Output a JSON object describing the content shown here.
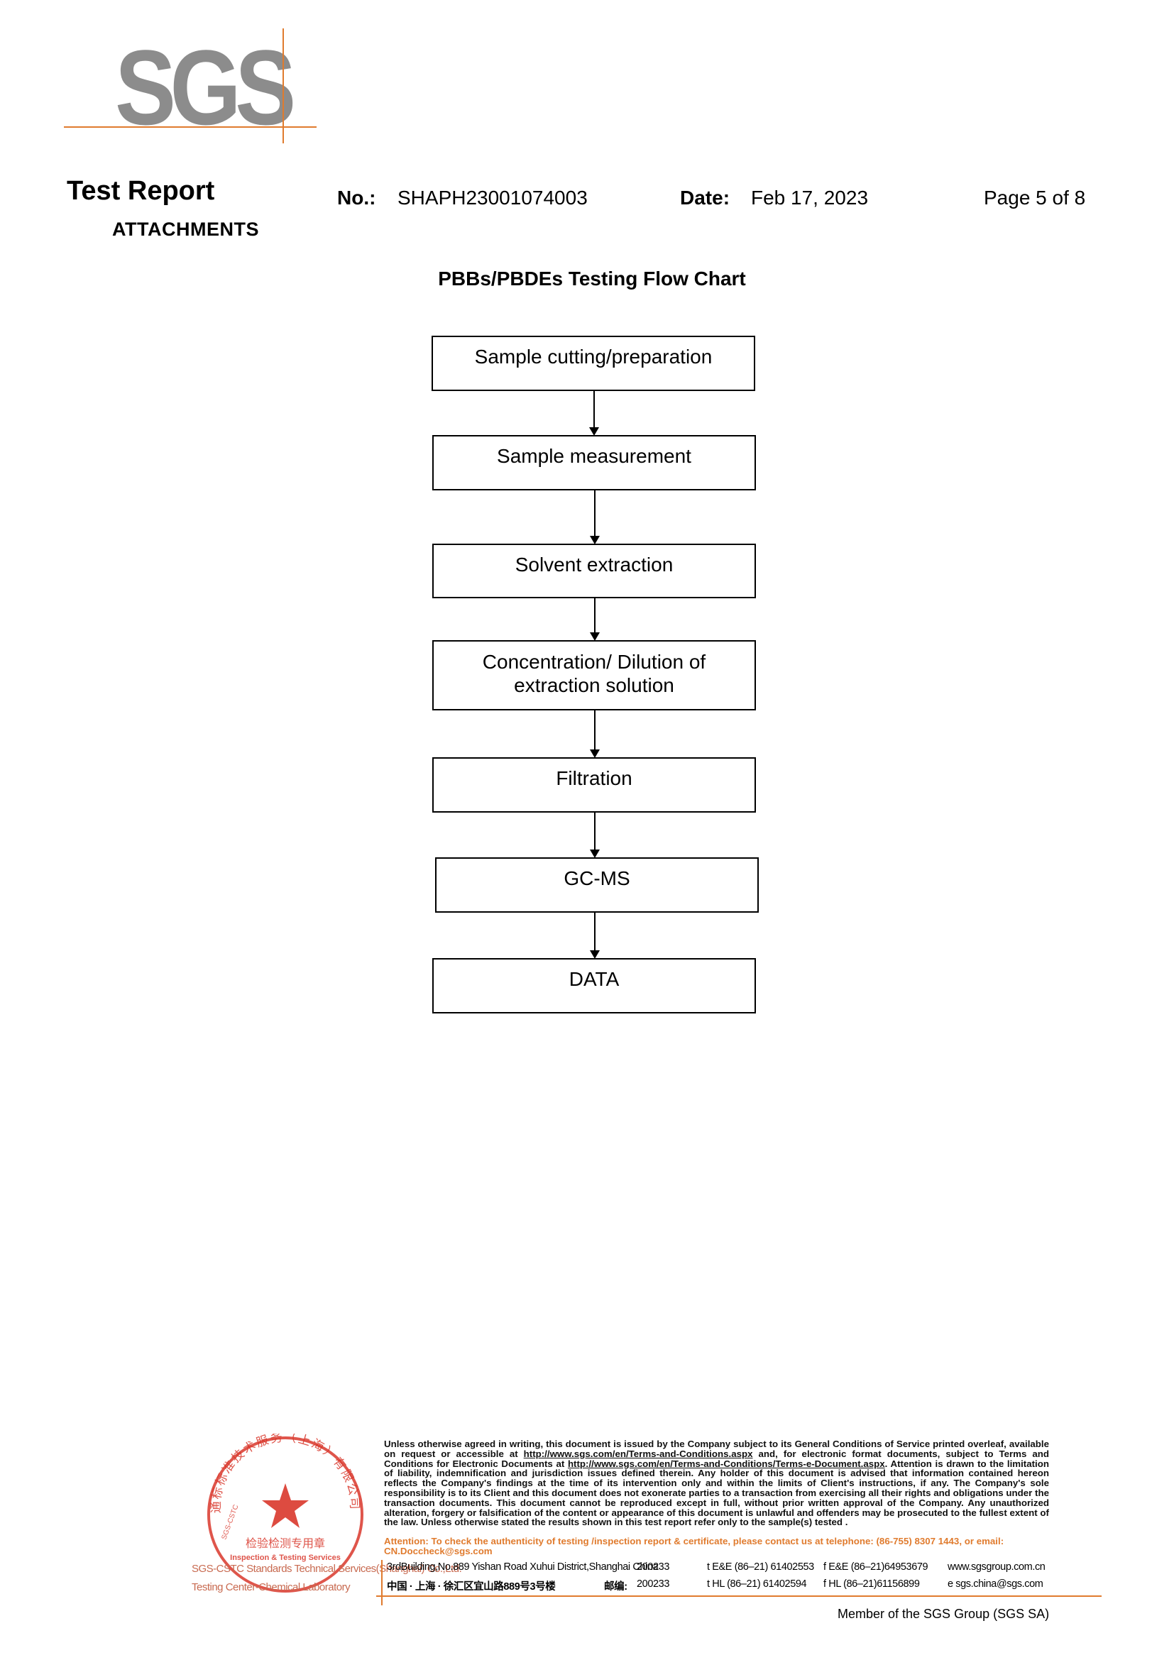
{
  "logo": {
    "text": "SGS"
  },
  "header": {
    "title": "Test Report",
    "subtitle": "ATTACHMENTS",
    "no_label": "No.:",
    "no_value": "SHAPH23001074003",
    "date_label": "Date:",
    "date_value": "Feb 17, 2023",
    "page": "Page 5 of 8"
  },
  "flowchart": {
    "title": "PBBs/PBDEs Testing Flow Chart",
    "steps": [
      "Sample cutting/preparation",
      "Sample measurement",
      "Solvent extraction",
      "Concentration/ Dilution of\nextraction solution",
      "Filtration",
      "GC-MS",
      "DATA"
    ]
  },
  "footer": {
    "seal": {
      "ring_text": "通标标准技术服务（上海）有限公司",
      "center_cn": "检验检测专用章",
      "center_en": "Inspection & Testing Services",
      "side_text": "SGS-CSTC",
      "left_line1": "SGS-CSTC Standards Technical Services(Shanghai) Co.,Ltd.",
      "left_line2": "Testing Center-Chemical Laboratory"
    },
    "disclaimer_parts": {
      "p1": "Unless otherwise agreed in writing, this document is issued by the Company subject to its General Conditions of Service printed overleaf, available on request or accessible at ",
      "link1": "http://www.sgs.com/en/Terms-and-Conditions.aspx",
      "p2": " and, for electronic format documents, subject to Terms and Conditions for Electronic Documents at ",
      "link2": "http://www.sgs.com/en/Terms-and-Conditions/Terms-e-Document.aspx",
      "p3": ". Attention is drawn to the limitation of liability, indemnification and jurisdiction issues defined therein. Any holder of this document is advised that information contained hereon reflects the Company's findings at the time of its intervention only and within the limits of Client's instructions, if any. The Company's sole responsibility is to its Client and this document does not exonerate parties to a transaction from exercising all their rights and obligations under the transaction documents. This document cannot be reproduced except in full, without prior written approval of the Company. Any unauthorized alteration, forgery or falsification of the content or appearance of this document is unlawful and offenders may be prosecuted to the fullest extent of the law. Unless otherwise stated the results shown in this test report refer only to the sample(s) tested ."
    },
    "attention": "Attention: To check the authenticity of testing /inspection report & certificate, please contact us at telephone: (86-755) 8307 1443, or email: CN.Doccheck@sgs.com",
    "address_en": "3rdBuilding,No.889 Yishan Road Xuhui District,Shanghai China",
    "postcode_en": "200233",
    "tel_ee": "t E&E (86–21) 61402553",
    "fax_ee": "f E&E (86–21)64953679",
    "web": "www.sgsgroup.com.cn",
    "address_cn": "中国 · 上海 · 徐汇区宜山路889号3号楼",
    "postcode_cn_label": "邮编:",
    "postcode_cn": "200233",
    "tel_hl": "t HL (86–21) 61402594",
    "fax_hl": "f HL (86–21)61156899",
    "email": "e  sgs.china@sgs.com",
    "member": "Member of the SGS Group (SGS SA)"
  },
  "colors": {
    "accent_orange": "#e07b2e",
    "logo_grey": "#8c8c8c",
    "seal_red": "#d9372b"
  }
}
